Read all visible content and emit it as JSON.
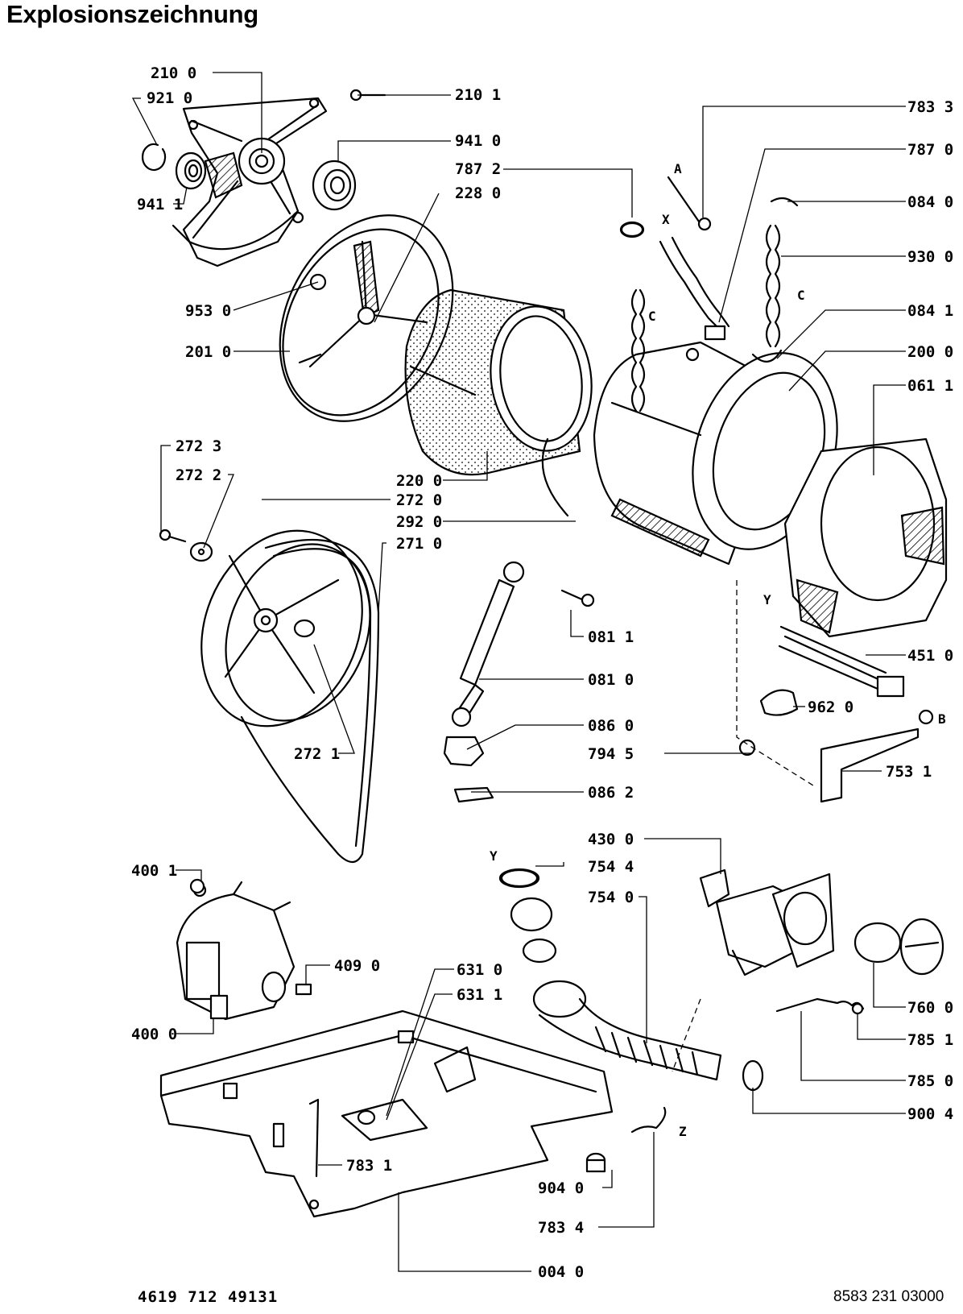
{
  "title": "Explosionszeichnung",
  "footer": {
    "left_code": "4619 712 49131",
    "right_code": "8583 231 03000"
  },
  "part_labels": [
    "210 0",
    "210 1",
    "921 0",
    "941 1",
    "941 0",
    "787 2",
    "228 0",
    "783 3",
    "787 0",
    "084 0",
    "930 0",
    "084 1",
    "200 0",
    "061 1",
    "953 0",
    "201 0",
    "272 3",
    "272 2",
    "220 0",
    "272 0",
    "292 0",
    "271 0",
    "081 1",
    "081 0",
    "451 0",
    "962 0",
    "086 0",
    "794 5",
    "753 1",
    "086 2",
    "272 1",
    "400 1",
    "430 0",
    "754 4",
    "754 0",
    "409 0",
    "631 0",
    "631 1",
    "760 0",
    "400 0",
    "785 1",
    "785 0",
    "900 4",
    "783 1",
    "904 0",
    "783 4",
    "004 0"
  ],
  "markers": [
    "A",
    "X",
    "C",
    "C",
    "Y",
    "B",
    "Y",
    "Z"
  ]
}
